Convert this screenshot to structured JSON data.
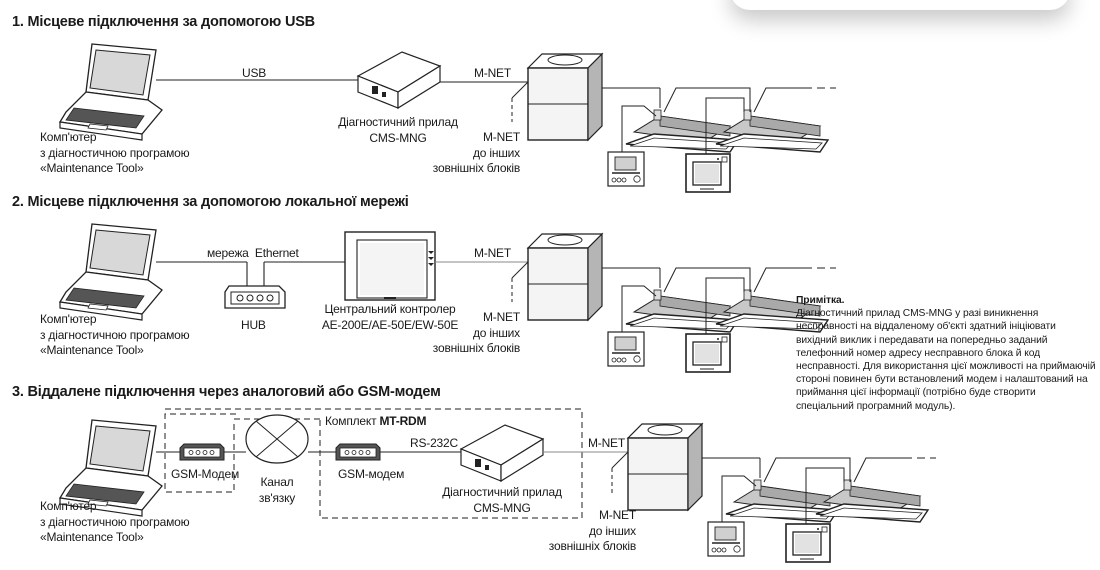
{
  "sections": [
    {
      "title": "1. Місцеве підключення за допомогою USB",
      "computer": [
        "Комп'ютер",
        "з діагностичною програмою",
        "«Maintenance Tool»"
      ],
      "link1": "USB",
      "device": [
        "Діагностичний прилад",
        "CMS-MNG"
      ],
      "mnet": "M-NET",
      "mnet_other": [
        "M-NET",
        "до інших",
        "зовнішніх блоків"
      ]
    },
    {
      "title": "2. Місцеве підключення за допомогою локальної мережі",
      "computer": [
        "Комп'ютер",
        "з діагностичною програмою",
        "«Maintenance Tool»"
      ],
      "link1": "мережа  Ethernet",
      "hub": "HUB",
      "device": [
        "Центральний контролер",
        "AE-200E/AE-50E/EW-50E"
      ],
      "mnet": "M-NET",
      "mnet_other": [
        "M-NET",
        "до інших",
        "зовнішніх блоків"
      ]
    },
    {
      "title": "3. Віддалене підключення через аналоговий або GSM-модем",
      "computer": [
        "Комп'ютер",
        "з діагностичною програмою",
        "«Maintenance Tool»"
      ],
      "modem1": "GSM-Модем",
      "channel": [
        "Канал",
        "зв'язку"
      ],
      "kit_prefix": "Комплект ",
      "kit_name": "MT-RDM",
      "modem2": "GSM-модем",
      "rs": "RS-232C",
      "device": [
        "Діагностичний прилад",
        "CMS-MNG"
      ],
      "mnet": "M-NET",
      "mnet_other": [
        "M-NET",
        "до інших",
        "зовнішніх блоків"
      ]
    }
  ],
  "note": {
    "title": "Примітка.",
    "text": "Діагностичний прилад CMS-MNG у разі виникнення несправності на віддаленому об'єкті здатний ініціювати вихідний виклик і передавати на попередньо заданий телефонний номер адресу несправного блока й код несправності. Для використання цієї можливості на приймаючій стороні повинен бути встановлений модем і налаштований на приймання цієї інформації (потрібно буде створити спеціальний програмний модуль)."
  },
  "colors": {
    "line": "#222222",
    "unit_fill": "#bdbdbd",
    "text": "#1a1a1a"
  }
}
